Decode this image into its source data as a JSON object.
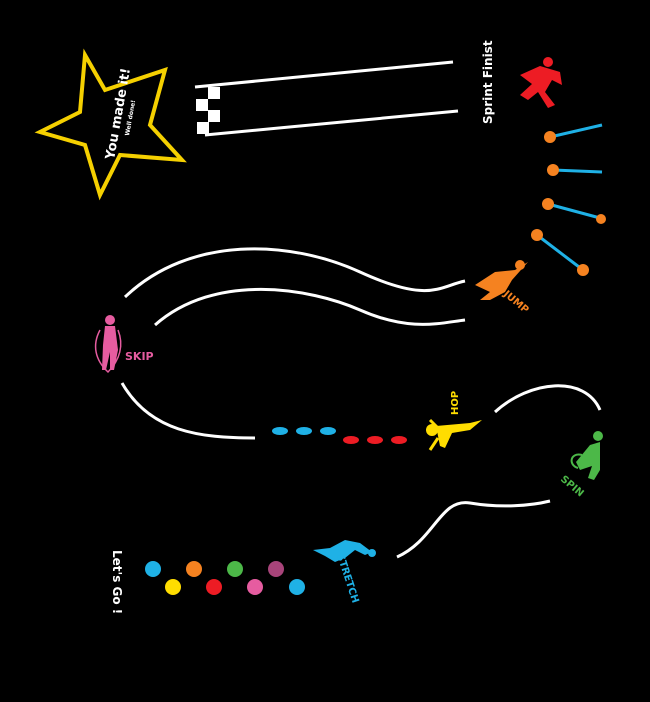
{
  "labels": {
    "goal_title": "You made it!",
    "goal_subtitle": "Well done!",
    "sprint": "Sprint Finist",
    "jump": "JUMP",
    "skip": "SKIP",
    "hop": "HOP",
    "spin": "SPIN",
    "stretch": "STRETCH",
    "start": "Let's Go !"
  },
  "colors": {
    "background": "#000000",
    "track": "#ffffff",
    "star": "#f5d000",
    "red": "#ed1c24",
    "orange": "#f58220",
    "pink": "#e65ca0",
    "yellow": "#ffdd00",
    "green": "#4cb848",
    "blue": "#1fb1e6",
    "purple": "#a8447a"
  },
  "start_dots": [
    "blue",
    "yellow",
    "orange",
    "red",
    "green",
    "pink",
    "purple",
    "blue"
  ]
}
